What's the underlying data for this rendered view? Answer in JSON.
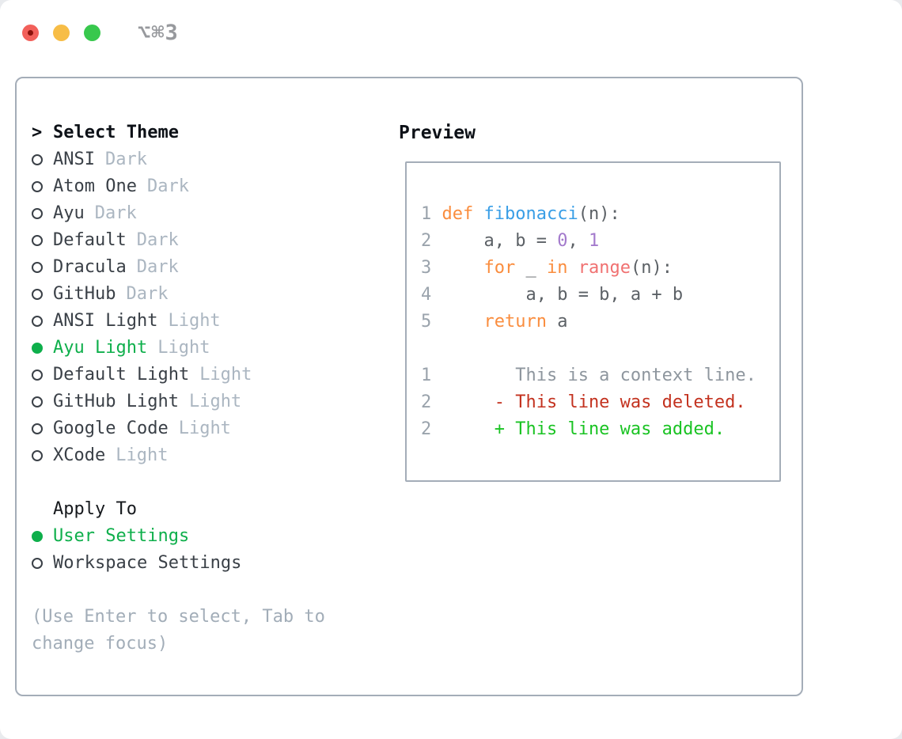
{
  "window": {
    "shortcut_label": "⌥⌘3"
  },
  "colors": {
    "accent_green": "#0eaf4b",
    "diff_deleted_red": "#c3321f",
    "diff_added_green": "#1ac323",
    "syntax_keyword_orange": "#fa8d3e",
    "syntax_function_blue": "#399ee6",
    "syntax_call_coral": "#f07171",
    "syntax_number_purple": "#a37acc",
    "traffic_red": "#f2605a",
    "traffic_yellow": "#f7bd46",
    "traffic_green": "#38c84d"
  },
  "theme_picker": {
    "header_prefix": ">",
    "header_label": "Select Theme",
    "items": [
      {
        "label": "ANSI",
        "tag": "Dark",
        "selected": false
      },
      {
        "label": "Atom One",
        "tag": "Dark",
        "selected": false
      },
      {
        "label": "Ayu",
        "tag": "Dark",
        "selected": false
      },
      {
        "label": "Default",
        "tag": "Dark",
        "selected": false
      },
      {
        "label": "Dracula",
        "tag": "Dark",
        "selected": false
      },
      {
        "label": "GitHub",
        "tag": "Dark",
        "selected": false
      },
      {
        "label": "ANSI Light",
        "tag": "Light",
        "selected": false
      },
      {
        "label": "Ayu Light",
        "tag": "Light",
        "selected": true
      },
      {
        "label": "Default Light",
        "tag": "Light",
        "selected": false
      },
      {
        "label": "GitHub Light",
        "tag": "Light",
        "selected": false
      },
      {
        "label": "Google Code",
        "tag": "Light",
        "selected": false
      },
      {
        "label": "XCode",
        "tag": "Light",
        "selected": false
      }
    ]
  },
  "apply_to": {
    "header": "Apply To",
    "options": [
      {
        "label": "User Settings",
        "selected": true
      },
      {
        "label": "Workspace Settings",
        "selected": false
      }
    ]
  },
  "help": {
    "line1": "(Use Enter to select, Tab to",
    "line2": "change focus)"
  },
  "preview": {
    "title": "Preview",
    "lines": [
      {
        "segments": [
          [
            "1 ",
            "gut"
          ],
          [
            "def",
            "kw"
          ],
          [
            " ",
            "fg"
          ],
          [
            "fibonacci",
            "fn"
          ],
          [
            "(n):",
            "fg"
          ]
        ]
      },
      {
        "segments": [
          [
            "2",
            "gut"
          ],
          [
            "     ",
            "fg"
          ],
          [
            "a, b = ",
            "fg"
          ],
          [
            "0",
            "num"
          ],
          [
            ", ",
            "fg"
          ],
          [
            "1",
            "num"
          ]
        ]
      },
      {
        "segments": [
          [
            "3",
            "gut"
          ],
          [
            "     ",
            "fg"
          ],
          [
            "for",
            "kw"
          ],
          [
            " _ ",
            "fg"
          ],
          [
            "in",
            "kw"
          ],
          [
            " ",
            "fg"
          ],
          [
            "range",
            "call"
          ],
          [
            "(n):",
            "fg"
          ]
        ]
      },
      {
        "segments": [
          [
            "4",
            "gut"
          ],
          [
            "         ",
            "fg"
          ],
          [
            "a, b = b, a + b",
            "fg"
          ]
        ]
      },
      {
        "segments": [
          [
            "5",
            "gut"
          ],
          [
            "     ",
            "fg"
          ],
          [
            "return",
            "kw"
          ],
          [
            " a",
            "fg"
          ]
        ]
      },
      {
        "segments": []
      },
      {
        "segments": [
          [
            "1",
            "gut"
          ],
          [
            "        ",
            "fg"
          ],
          [
            "This is a context line.",
            "ctx"
          ]
        ]
      },
      {
        "segments": [
          [
            "2",
            "gut"
          ],
          [
            "      ",
            "fg"
          ],
          [
            "- This line was deleted.",
            "del"
          ]
        ]
      },
      {
        "segments": [
          [
            "2",
            "gut"
          ],
          [
            "      ",
            "fg"
          ],
          [
            "+ This line was added.",
            "add"
          ]
        ]
      }
    ]
  }
}
